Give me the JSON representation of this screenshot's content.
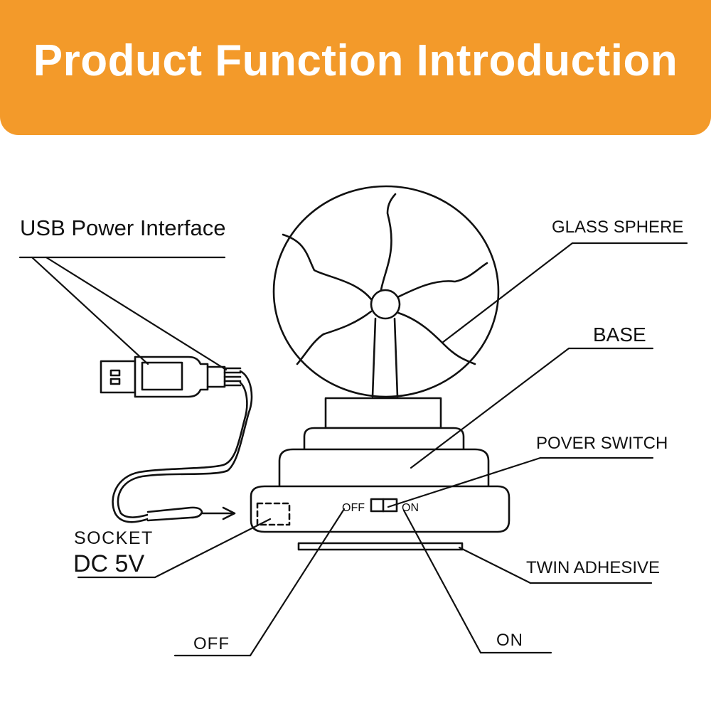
{
  "header": {
    "title": "Product Function Introduction"
  },
  "colors": {
    "banner": "#f39a2a",
    "title_text": "#ffffff",
    "line": "#111111"
  },
  "labels": {
    "usb_power_interface": "USB Power Interface",
    "glass_sphere": "GLASS SPHERE",
    "base": "BASE",
    "power_switch": "POVER SWITCH",
    "socket": "SOCKET",
    "dc_5v": "DC 5V",
    "twin_adhesive": "TWIN ADHESIVE",
    "off_callout": "OFF",
    "on_callout": "ON",
    "switch_off": "OFF",
    "switch_on": "ON"
  }
}
